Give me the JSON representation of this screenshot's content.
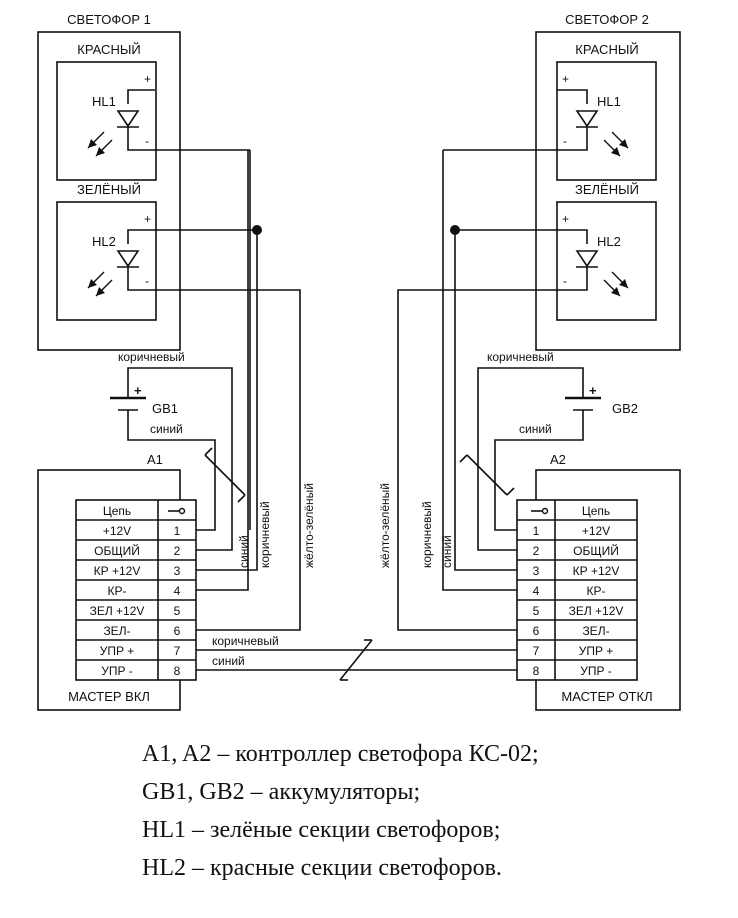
{
  "traffic_light_1": {
    "title": "СВЕТОФОР 1",
    "red": "КРАСНЫЙ",
    "green": "ЗЕЛЁНЫЙ",
    "hl1": "HL1",
    "hl2": "HL2"
  },
  "traffic_light_2": {
    "title": "СВЕТОФОР 2",
    "red": "КРАСНЫЙ",
    "green": "ЗЕЛЁНЫЙ",
    "hl1": "HL1",
    "hl2": "HL2"
  },
  "signs": {
    "plus": "+",
    "minus": "-"
  },
  "battery_1": {
    "label": "GB1",
    "top_wire": "коричневый",
    "bottom_wire": "синий"
  },
  "battery_2": {
    "label": "GB2",
    "top_wire": "коричневый",
    "bottom_wire": "синий"
  },
  "controller_1": {
    "id": "A1",
    "caption": "МАСТЕР ВКЛ",
    "header": "Цепь",
    "rows": [
      {
        "name": "+12V",
        "pin": "1"
      },
      {
        "name": "ОБЩИЙ",
        "pin": "2"
      },
      {
        "name": "КР +12V",
        "pin": "3"
      },
      {
        "name": "КР-",
        "pin": "4"
      },
      {
        "name": "ЗЕЛ +12V",
        "pin": "5"
      },
      {
        "name": "ЗЕЛ-",
        "pin": "6"
      },
      {
        "name": "УПР +",
        "pin": "7"
      },
      {
        "name": "УПР -",
        "pin": "8"
      }
    ]
  },
  "controller_2": {
    "id": "A2",
    "caption": "МАСТЕР ОТКЛ",
    "header": "Цепь",
    "rows": [
      {
        "name": "+12V",
        "pin": "1"
      },
      {
        "name": "ОБЩИЙ",
        "pin": "2"
      },
      {
        "name": "КР +12V",
        "pin": "3"
      },
      {
        "name": "КР-",
        "pin": "4"
      },
      {
        "name": "ЗЕЛ +12V",
        "pin": "5"
      },
      {
        "name": "ЗЕЛ-",
        "pin": "6"
      },
      {
        "name": "УПР +",
        "pin": "7"
      },
      {
        "name": "УПР -",
        "pin": "8"
      }
    ]
  },
  "wires": {
    "left_blue": "синий",
    "left_brown": "коричневый",
    "left_yg": "жёлто-зелёный",
    "right_blue": "синий",
    "right_brown": "коричневый",
    "right_yg": "жёлто-зелёный",
    "link_brown": "коричневый",
    "link_blue": "синий"
  },
  "legend": [
    "A1, A2 – контроллер светофора КС-02;",
    "GB1, GB2 – аккумуляторы;",
    "HL1 – зелёные секции светофоров;",
    "HL2 – красные секции светофоров."
  ]
}
